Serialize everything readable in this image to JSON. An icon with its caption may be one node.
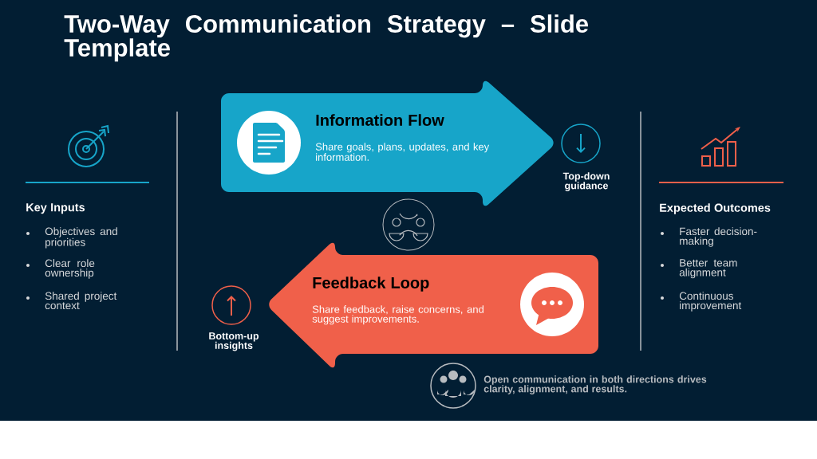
{
  "diagram": {
    "title": "Two-Way Communication Strategy – Slide Template",
    "nodes": [
      {
        "text": [
          "Information Flow",
          "Share goals, plans, updates, and key information."
        ]
      },
      {
        "text": [
          "Feedback Loop",
          "Share feedback, raise concerns, and suggest improvements."
        ]
      }
    ],
    "labels": [
      "Key Inputs",
      "Objectives and priorities",
      "Clear role ownership",
      "Shared project context",
      "Top-down guidance",
      "Bottom-up insights",
      "Expected Outcomes",
      "Faster decision-making",
      "Better team alignment",
      "Continuous improvement",
      "Open communication in both directions drives clarity, alignment, and results."
    ]
  }
}
